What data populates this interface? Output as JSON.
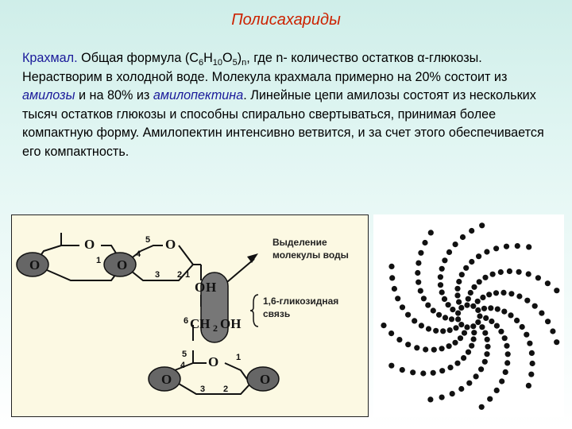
{
  "slide": {
    "title": "Полисахариды"
  },
  "paragraph": {
    "term": "Крахмал.",
    "formula_prefix": " Общая формула (С",
    "sub1": "6",
    "mid1": "Н",
    "sub2": "10",
    "mid2": "О",
    "sub3": "5",
    "mid3": ")",
    "sub4": "n",
    "rest1": ", где n- количество остатков α-глюкозы. Нерастворим в холодной воде. Молекула крахмала примерно на 20% состоит из ",
    "amylose": "амилозы",
    "rest2": " и на 80% из ",
    "amylopectin": "амилопектина",
    "rest3": ". Линейные цепи амилозы состоят из нескольких тысяч остатков глюкозы и способны спирально свертываться, принимая более компактную форму. Амилопектин интенсивно ветвится, и за счет этого обеспечивается его компактность."
  },
  "diagram": {
    "callout_water": [
      "Выделение",
      "молекулы воды"
    ],
    "callout_bond": [
      "1,6-гликозидная",
      "связь"
    ],
    "atoms": {
      "ring_oxygen": "O",
      "bridge_oxygen": "O",
      "h": "H",
      "ch2oh": "CH2OH",
      "ch2_main": "CH",
      "ch2_sub": "2",
      "oh": "OH"
    },
    "numbers": {
      "n1": "1",
      "n2": "2",
      "n3": "3",
      "n4": "4",
      "n5": "5",
      "n6": "6"
    }
  },
  "colors": {
    "title": "#cc2200",
    "highlight": "#1a1a9a",
    "panel_bg": "#fcf9e3",
    "ellipse": "#555555"
  }
}
